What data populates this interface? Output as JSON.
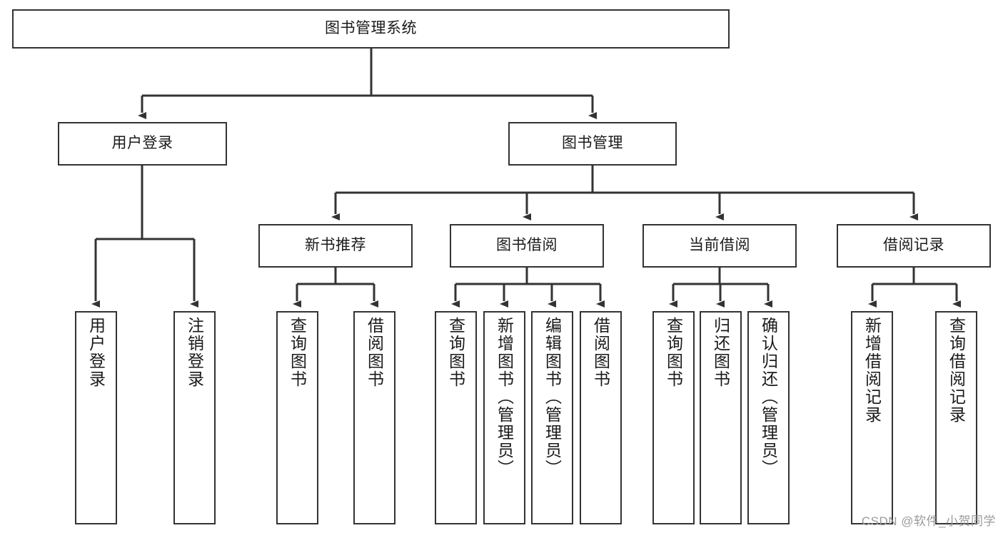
{
  "diagram": {
    "title": "图书管理系统",
    "type": "hierarchy-tree",
    "line_color": "#333333",
    "box_fill": "#ffffff",
    "text_color": "#1a1a1a",
    "levels": {
      "root": {
        "label": "图书管理系统"
      },
      "level1": [
        {
          "label": "用户登录"
        },
        {
          "label": "图书管理"
        }
      ],
      "level2": [
        {
          "label": "新书推荐"
        },
        {
          "label": "图书借阅"
        },
        {
          "label": "当前借阅"
        },
        {
          "label": "借阅记录"
        }
      ],
      "leaves": {
        "user_login": [
          {
            "label": "用户登录"
          },
          {
            "label": "注销登录"
          }
        ],
        "new_book_recommend": [
          {
            "label": "查询图书"
          },
          {
            "label": "借阅图书"
          }
        ],
        "book_borrow": [
          {
            "label": "查询图书"
          },
          {
            "label": "新增图书（管理员）"
          },
          {
            "label": "编辑图书（管理员）"
          },
          {
            "label": "借阅图书"
          }
        ],
        "current_borrow": [
          {
            "label": "查询图书"
          },
          {
            "label": "归还图书"
          },
          {
            "label": "确认归还（管理员）"
          }
        ],
        "borrow_record": [
          {
            "label": "新增借阅记录"
          },
          {
            "label": "查询借阅记录"
          }
        ]
      }
    }
  },
  "watermark": {
    "text": "CSDN @软件_小贺同学",
    "color": "#9b9b9b"
  }
}
